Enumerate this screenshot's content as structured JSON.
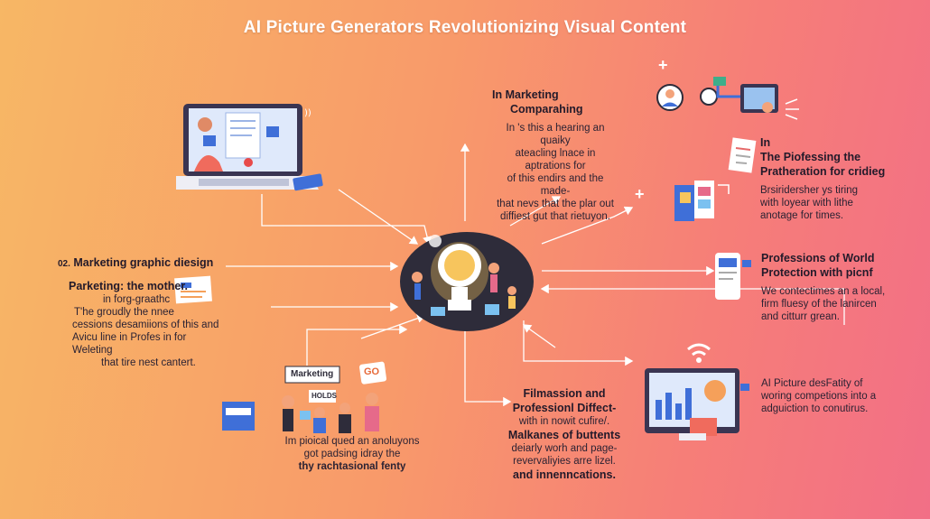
{
  "title": "AI Picture Generators Revolutionizing Visual Content",
  "top_center": {
    "heading_l1": "In Marketing",
    "heading_l2": "Comparahing",
    "body": [
      "In 's this a hearing an quaiky",
      "ateacling lnace in aptrations for",
      "of this endirs and the made-",
      "that nevs that the plar out",
      "diffiest gut that rietuyon."
    ]
  },
  "top_right": {
    "heading_l1": "In",
    "heading_l2": "The Piofessing the",
    "heading_l3": "Pratheration for cridieg",
    "body": [
      "Brsiridersher ys tiring",
      "with loyear with lithe",
      "anotage for times."
    ]
  },
  "left_mid": {
    "number": "02.",
    "heading": "Marketing graphic diesign",
    "sub": "Parketing: the mother.",
    "body": [
      "in forg-graathc",
      "T'he groudly the nnee",
      "cessions desamiions of this and",
      "Avicu line in Profes in for Weleting",
      "that tire nest cantert."
    ]
  },
  "right_mid": {
    "heading_l1": "Professions of World",
    "heading_l2": "Protection with picnf",
    "body": [
      "We contectimes an a local,",
      "firm fluesy of the lanircen",
      "and citturr grean."
    ]
  },
  "bottom_left": {
    "sign_label": "Marketing",
    "sign_small": "HOLDS",
    "go_label": "GO",
    "body": [
      "Im pioical qued an anoluyons",
      "got padsing idray the"
    ],
    "footer": "thy rachtasional fenty"
  },
  "bottom_center": {
    "heading_l1": "Filmassion and",
    "heading_l2": "Professionl Diffect-",
    "body_l1": "with in nowit cufire/.",
    "heading_l3": "Malkanes of buttents",
    "body": [
      "deiarly worh and page-",
      "revervaliyies arre lizel."
    ],
    "footer": "and innenncations."
  },
  "bottom_right": {
    "body": [
      "AI Picture desFatity of",
      "woring competions into a",
      "adguiction to conutirus."
    ]
  },
  "colors": {
    "accent_blue": "#3f6fd8",
    "dark_hub": "#2e2c3a",
    "bulb_glow": "#f7c55d"
  }
}
